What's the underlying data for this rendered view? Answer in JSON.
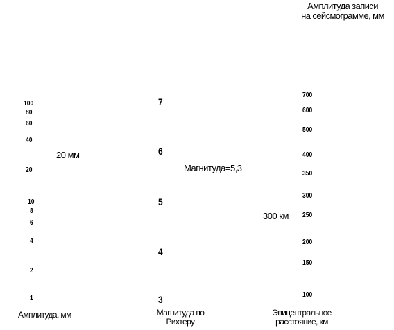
{
  "header": {
    "title_line1": "Амплитуда записи",
    "title_line2": "на сейсмограмме, мм"
  },
  "amplitude_scale": {
    "label": "Амплитуда, мм",
    "ticks": [
      "100",
      "80",
      "60",
      "40",
      "20",
      "10",
      "8",
      "6",
      "4",
      "2",
      "1"
    ],
    "annotation": "20 мм"
  },
  "magnitude_scale": {
    "label_line1": "Магнитуда по",
    "label_line2": "Рихтеру",
    "ticks": [
      "7",
      "6",
      "5",
      "4",
      "3"
    ],
    "annotation": "Магнитуда=5,3"
  },
  "distance_scale": {
    "label_line1": "Эпицентральное",
    "label_line2": "расстояние, км",
    "ticks": [
      "700",
      "600",
      "500",
      "400",
      "350",
      "300",
      "250",
      "200",
      "150",
      "100"
    ],
    "annotation": "300 км"
  }
}
